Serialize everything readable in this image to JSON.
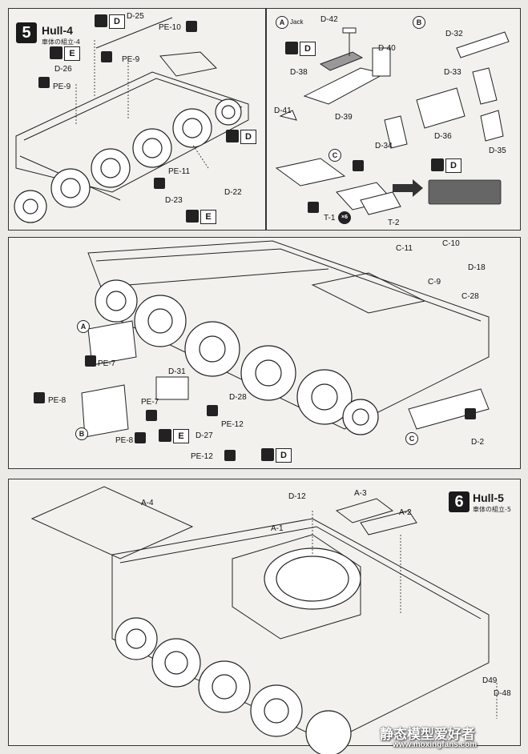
{
  "step5": {
    "number": "5",
    "title": "Hull-4",
    "subtitle": "車体の組立-4"
  },
  "step6": {
    "number": "6",
    "title": "Hull-5",
    "subtitle": "車体の組立-5"
  },
  "inset_labels": {
    "a": "A",
    "b": "B",
    "c": "C",
    "jack": "Jack",
    "x6": "×6"
  },
  "color_code": "D",
  "color_code_e": "E",
  "panel1_parts": [
    "D-25",
    "PE-10",
    "PE-9",
    "D-26",
    "PE-9",
    "PE-11",
    "D-22",
    "D-23"
  ],
  "insetA_parts": [
    "D-42",
    "D-40",
    "D-38",
    "D-39",
    "D-41"
  ],
  "insetB_parts": [
    "D-32",
    "D-33",
    "D-34",
    "D-36",
    "D-35"
  ],
  "insetC_parts": [
    "T-1",
    "T-2"
  ],
  "panel2_parts": [
    "C-11",
    "C-10",
    "D-18",
    "C-9",
    "C-28",
    "PE-7",
    "PE-8",
    "PE-7",
    "D-31",
    "D-28",
    "PE-8",
    "D-27",
    "PE-12",
    "PE-12",
    "D-2"
  ],
  "panel2_callouts": {
    "a": "A",
    "b": "B",
    "c": "C"
  },
  "panel3_parts": [
    "A-4",
    "A-3",
    "A-2",
    "D-12",
    "A-1",
    "D49",
    "D-48"
  ],
  "watermark": {
    "main": "静态模型爱好者",
    "url": "www.moxingfans.com"
  }
}
